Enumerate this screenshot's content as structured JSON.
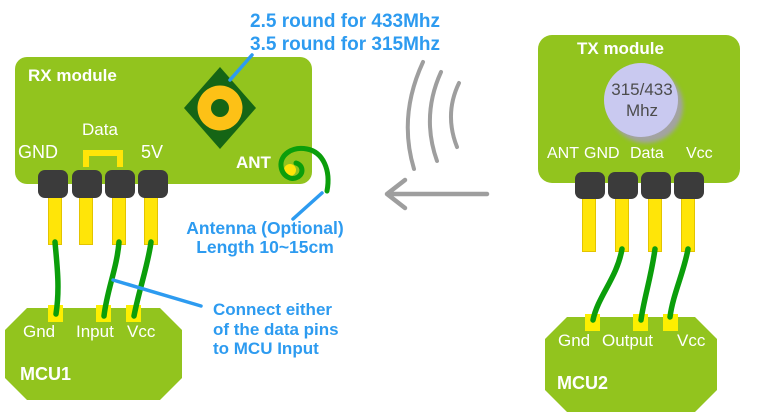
{
  "notes": {
    "coil": {
      "line1": "2.5 round for 433Mhz",
      "line2": "3.5 round for 315Mhz"
    },
    "antenna": {
      "line1": "Antenna (Optional)",
      "line2": "Length 10~15cm"
    },
    "connect": {
      "line1": "Connect either",
      "line2": "of the data pins",
      "line3": "to MCU Input"
    }
  },
  "rx_module": {
    "title": "RX module",
    "pin_gnd": "GND",
    "pin_data": "Data",
    "pin_5v": "5V",
    "ant_label": "ANT"
  },
  "tx_module": {
    "title": "TX module",
    "freq_line1": "315/433",
    "freq_line2": "Mhz",
    "pins": [
      "ANT",
      "GND",
      "Data",
      "Vcc"
    ]
  },
  "mcu1": {
    "title": "MCU1",
    "pin_gnd": "Gnd",
    "pin_input": "Input",
    "pin_vcc": "Vcc"
  },
  "mcu2": {
    "title": "MCU2",
    "pin_gnd": "Gnd",
    "pin_output": "Output",
    "pin_vcc": "Vcc"
  },
  "colors": {
    "module_green": "#92c41e",
    "diamond_dark_green": "#156515",
    "coil_ring_yellow": "#fdc116",
    "wire_green": "#0b9e0b",
    "pin_dark": "#3b3b3b",
    "leg_yellow": "#ffe508",
    "pad_yellow": "#fdef00",
    "annotation_blue": "#2d9bf0",
    "signal_gray": "#9e9e9e",
    "freq_circle_lavender": "#c9c9f0",
    "freq_text_gray": "#4c4c4c"
  }
}
